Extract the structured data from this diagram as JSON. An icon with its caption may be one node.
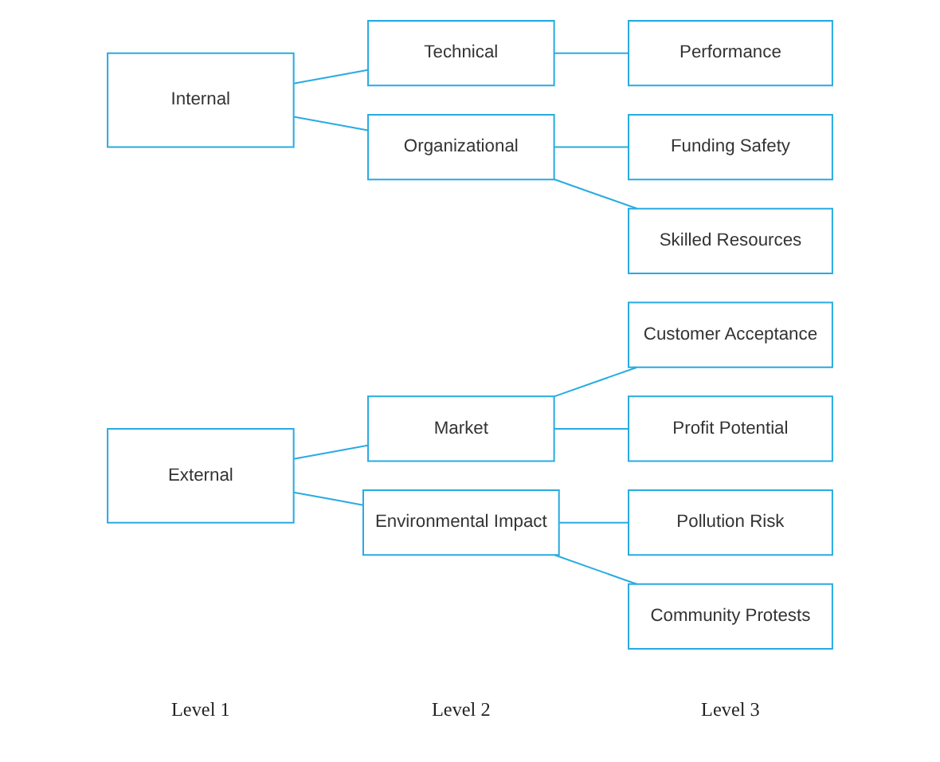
{
  "diagram": {
    "nodes": [
      {
        "text": [
          "External"
        ]
      },
      {
        "text": [
          "Market"
        ]
      },
      {
        "text": [
          "Environmental Impact"
        ]
      },
      {
        "text": [
          "Customer Acceptance"
        ]
      },
      {
        "text": [
          "Profit Potential"
        ]
      },
      {
        "text": [
          "Pollution Risk"
        ]
      },
      {
        "text": [
          "Community Protests"
        ]
      },
      {
        "text": [
          "Internal"
        ]
      },
      {
        "text": [
          "Technical"
        ]
      },
      {
        "text": [
          "Organizational"
        ]
      },
      {
        "text": [
          "Performance"
        ]
      },
      {
        "text": [
          "Funding Safety"
        ]
      },
      {
        "text": [
          "Skilled Resources"
        ]
      }
    ],
    "edges": [
      {
        "from": 0,
        "to": 1,
        "arrow": "none"
      },
      {
        "from": 0,
        "to": 2,
        "arrow": "none"
      },
      {
        "from": 1,
        "to": 3,
        "arrow": "none"
      },
      {
        "from": 1,
        "to": 4,
        "arrow": "none"
      },
      {
        "from": 2,
        "to": 5,
        "arrow": "none"
      },
      {
        "from": 2,
        "to": 6,
        "arrow": "none"
      },
      {
        "from": 7,
        "to": 8,
        "arrow": "none"
      },
      {
        "from": 7,
        "to": 9,
        "arrow": "none"
      },
      {
        "from": 8,
        "to": 10,
        "arrow": "none"
      },
      {
        "from": 9,
        "to": 11,
        "arrow": "none"
      },
      {
        "from": 9,
        "to": 12,
        "arrow": "none"
      }
    ],
    "labels": [
      "Level 1",
      "Level 2",
      "Level 3"
    ]
  }
}
